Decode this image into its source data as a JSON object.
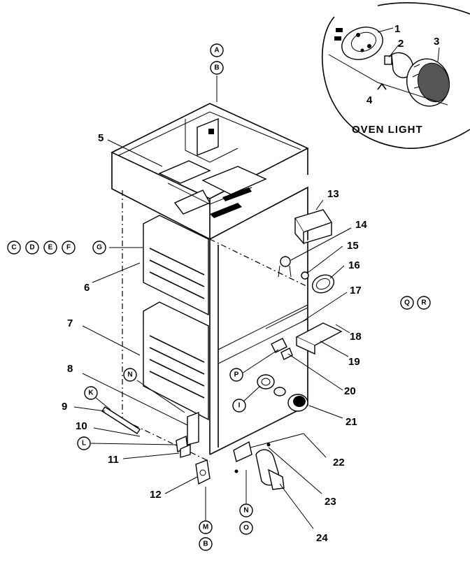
{
  "title": "OVEN LIGHT",
  "part_numbers": [
    "1",
    "2",
    "3",
    "4",
    "5",
    "6",
    "7",
    "8",
    "9",
    "10",
    "11",
    "12",
    "13",
    "14",
    "15",
    "16",
    "17",
    "18",
    "19",
    "20",
    "21",
    "22",
    "23",
    "24"
  ],
  "circle_labels": [
    "A",
    "B",
    "C",
    "D",
    "E",
    "F",
    "G",
    "K",
    "L",
    "N",
    "P",
    "I",
    "M",
    "B",
    "N",
    "O",
    "Q",
    "R"
  ]
}
